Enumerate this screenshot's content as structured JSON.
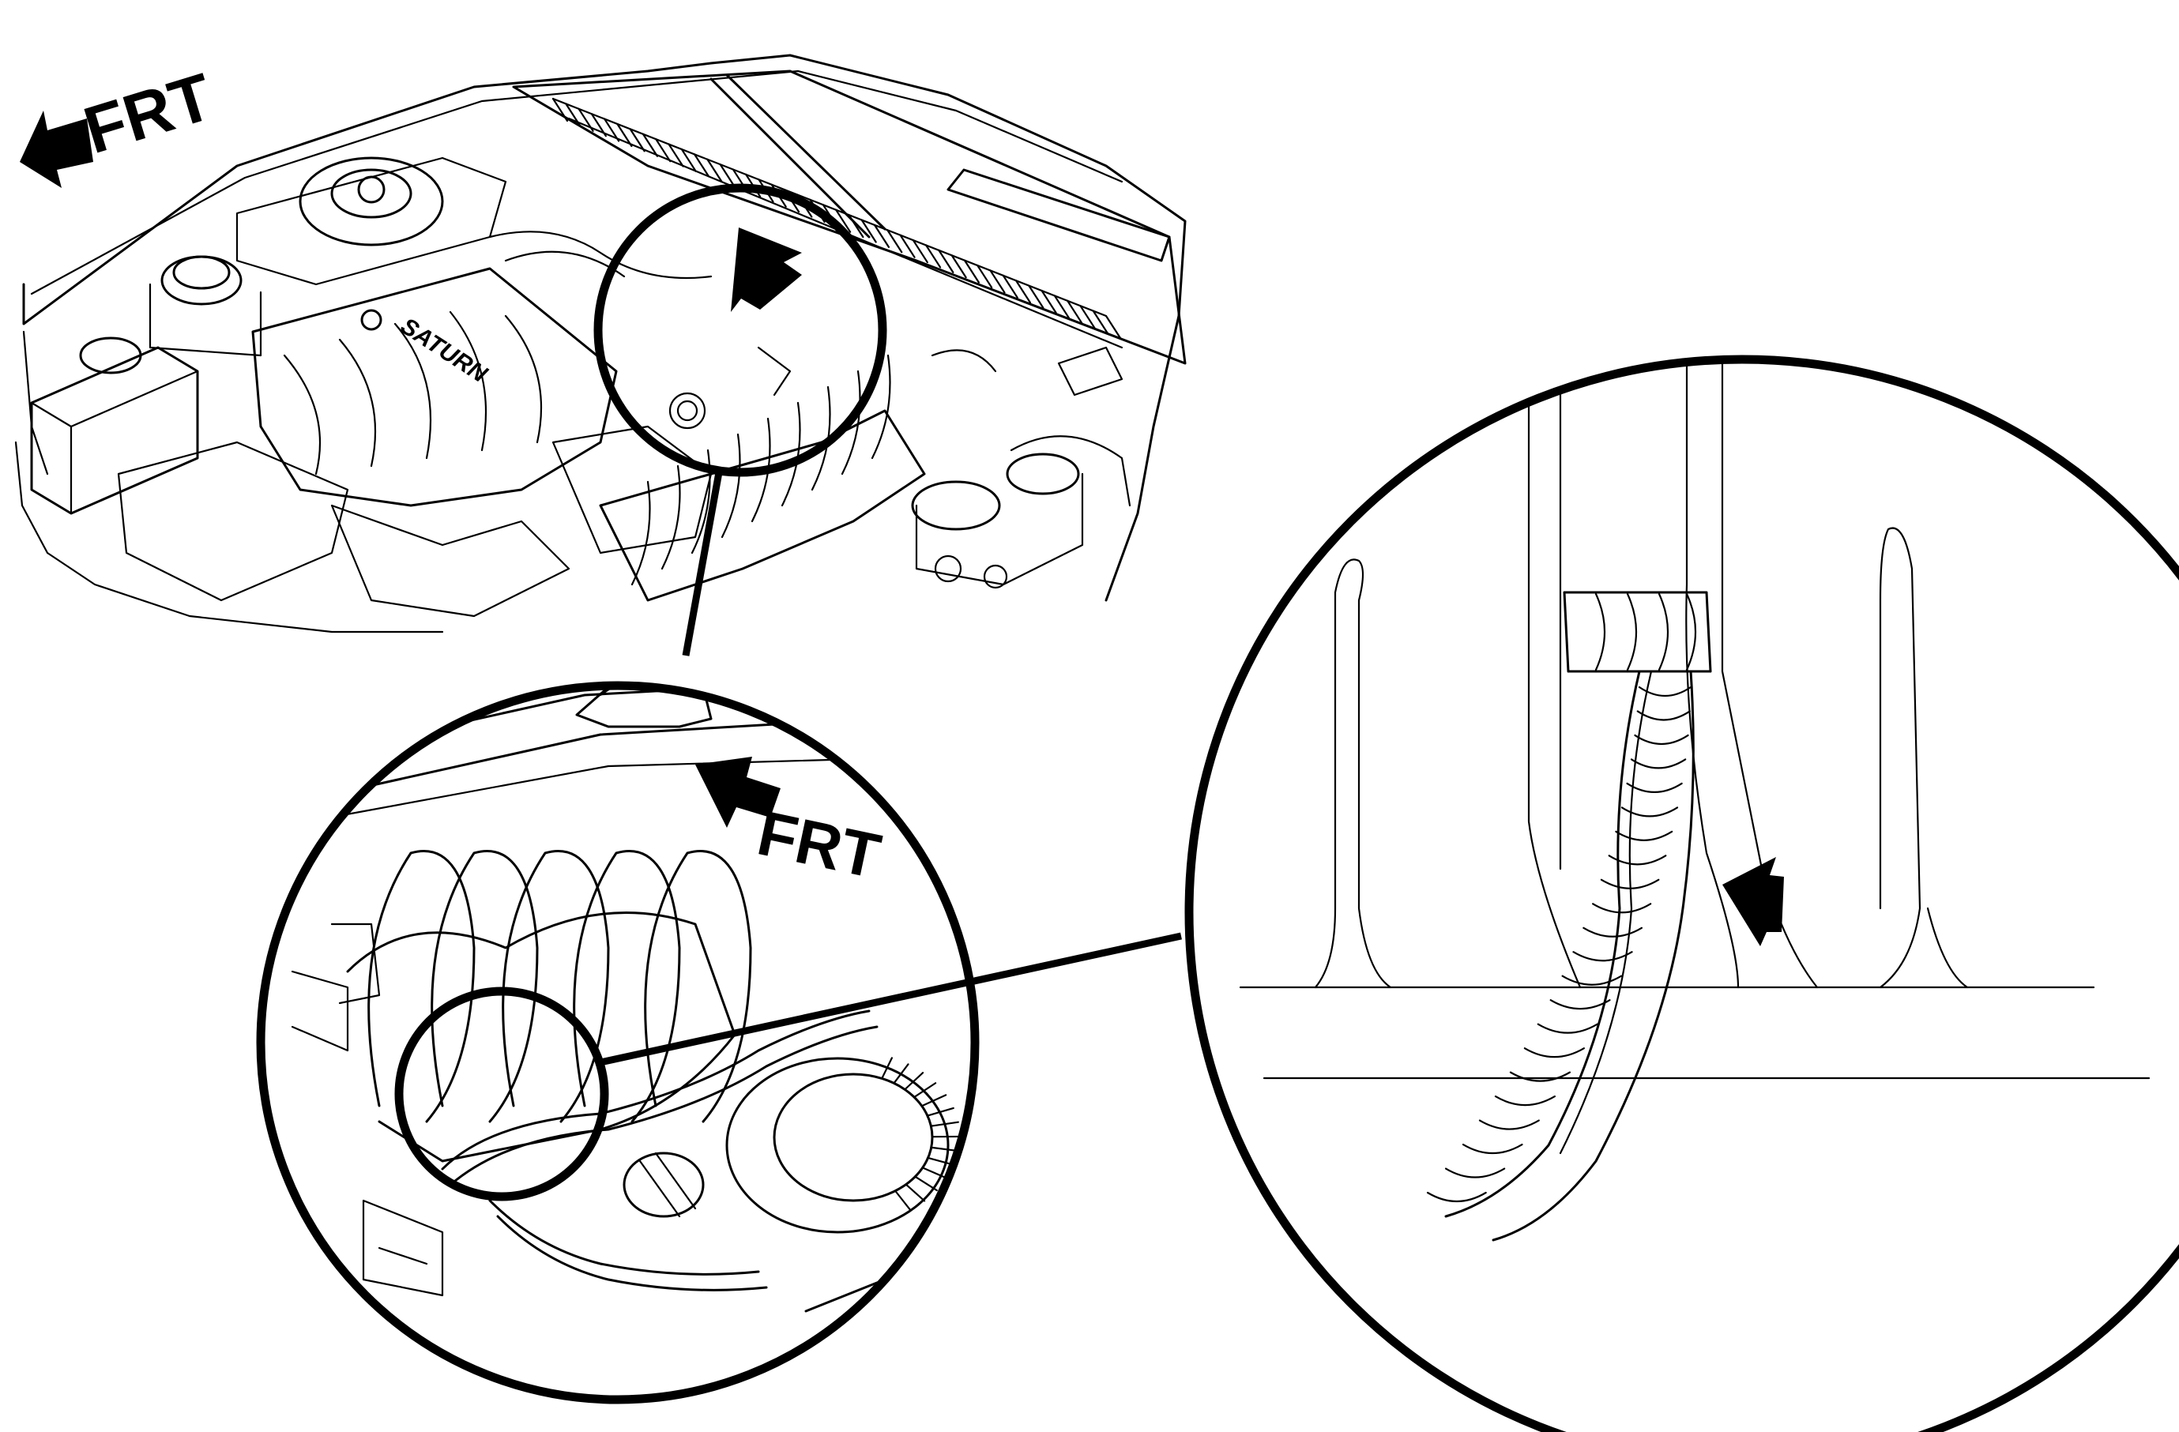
{
  "labels": {
    "front_overview": "FRT",
    "front_detail": "FRT",
    "badge": "SATURN"
  },
  "callouts": [
    "main-view-callout",
    "middle-detail-callout",
    "close-up-detail"
  ]
}
